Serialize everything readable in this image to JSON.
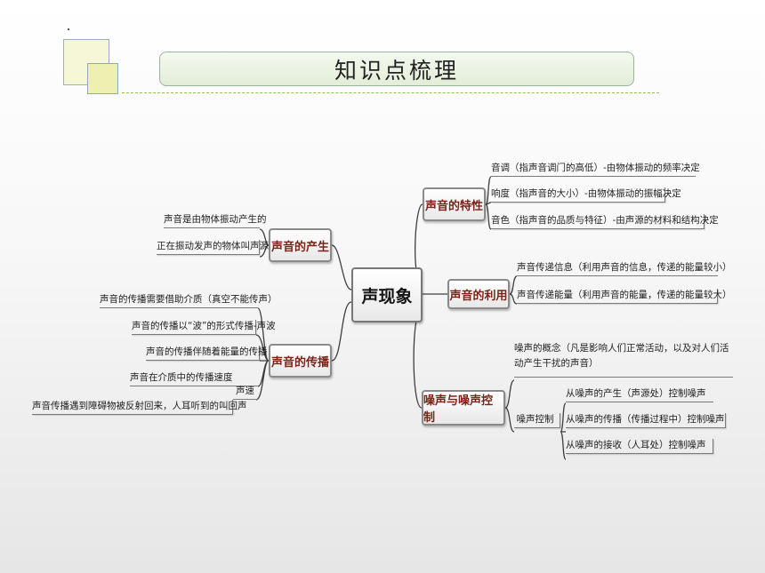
{
  "title": "知识点梳理",
  "center": "声现象",
  "branches": {
    "produce": {
      "label": "声音的产生",
      "leaves": [
        "声音是由物体振动产生的",
        "正在振动发声的物体叫声源"
      ]
    },
    "spread": {
      "label": "声音的传播",
      "leaves": [
        "声音的传播需要借助介质（真空不能传声）",
        "声音的传播以“波”的形式传播-声波",
        "声音的传播伴随着能量的传播",
        "声音在介质中的传播速度"
      ],
      "speed": {
        "label": "声速",
        "leaf": "声音传播遇到障碍物被反射回来，人耳听到的叫回声"
      }
    },
    "feature": {
      "label": "声音的特性",
      "leaves": [
        "音调（指声音调门的高低）-由物体振动的频率决定",
        "响度（指声音的大小）-由物体振动的振幅决定",
        "音色（指声音的品质与特征）-由声源的材料和结构决定"
      ]
    },
    "use": {
      "label": "声音的利用",
      "leaves": [
        "声音传递信息（利用声音的信息，传递的能量较小）",
        "声音传递能量（利用声音的能量，传递的能量较大）"
      ]
    },
    "noise": {
      "label": "噪声与噪声控制",
      "concept": "噪声的概念（凡是影响人们正常活动，以及对人们活动产生干扰的声音）",
      "control": {
        "label": "噪声控制",
        "leaves": [
          "从噪声的产生（声源处）控制噪声",
          "从噪声的传播（传播过程中）控制噪声",
          "从噪声的接收（人耳处）控制噪声"
        ]
      }
    }
  }
}
